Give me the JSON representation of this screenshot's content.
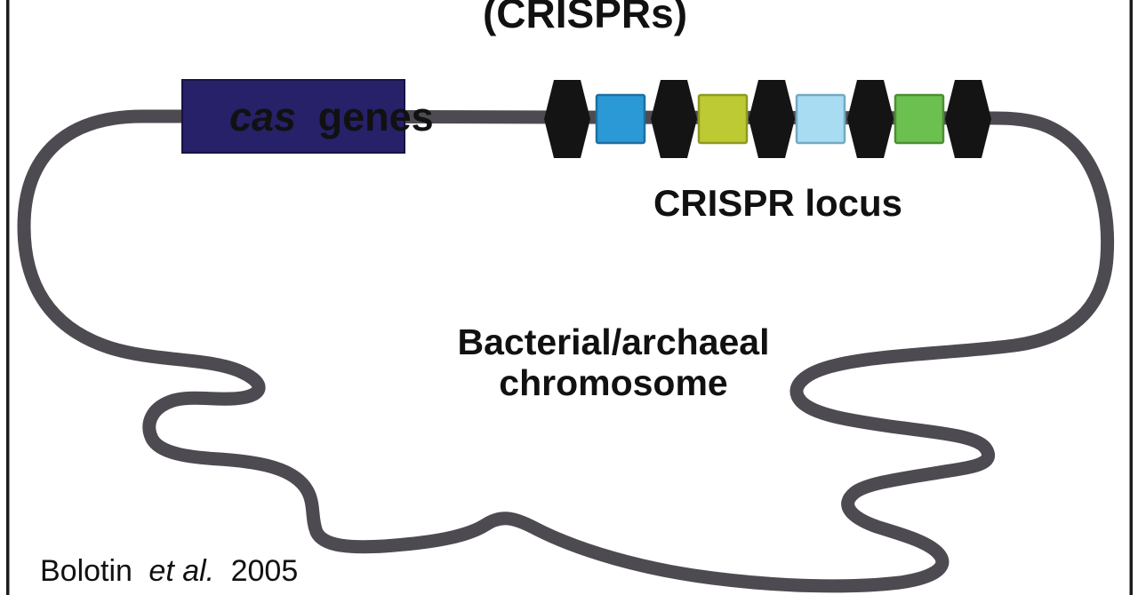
{
  "title": "(CRISPRs)",
  "cas_box": {
    "word_italic": "cas",
    "word_rest": "genes",
    "fill": "#262168",
    "border": "#171245",
    "text_color": "#ffffff"
  },
  "locus": {
    "label": "CRISPR locus",
    "repeat_count": 5,
    "repeat_color": "#141414",
    "spacers": [
      {
        "name": "spacer-blue",
        "color": "#2b99d5",
        "border": "#1e6f9f"
      },
      {
        "name": "spacer-yellow-green",
        "color": "#bdca33",
        "border": "#8d9a20"
      },
      {
        "name": "spacer-light-blue",
        "color": "#a8dcf2",
        "border": "#74a8c4"
      },
      {
        "name": "spacer-green",
        "color": "#6cc04f",
        "border": "#4c8f35"
      }
    ]
  },
  "chromosome": {
    "label_line1": "Bacterial/archaeal",
    "label_line2": "chromosome",
    "line_color": "#4d4a51"
  },
  "citation": {
    "author": "Bolotin",
    "et_al": "et al.",
    "year": "2005",
    "text_color": "#3a3a3a"
  },
  "frame_color": "#1c1c1c"
}
